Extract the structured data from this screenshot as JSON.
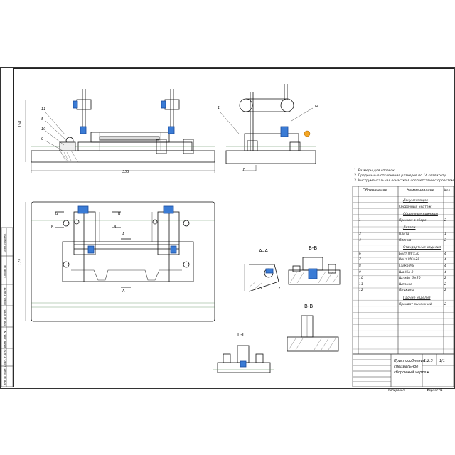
{
  "drawing": {
    "section_labels": {
      "aa": "A–A",
      "bb": "Б-Б",
      "vv": "В-В",
      "gg": "Г-Г"
    },
    "cut_marks": {
      "a_top": "A",
      "a_bottom": "A",
      "b_left": "Б",
      "b_left2": "Б",
      "v_mid": "В",
      "v_mid2": "В",
      "g_side": "Г"
    },
    "dimensions": {
      "front_width": "333",
      "front_height": "158",
      "plan_height": "175"
    },
    "leaders": [
      "11",
      "5",
      "10",
      "9",
      "1",
      "2",
      "12",
      "14"
    ]
  },
  "notes": [
    "1. Размеры для справок.",
    "2. Предельные отклонения размеров по 14 квалитету.",
    "3. Инструментальная оснастка в соответствии с проектом."
  ],
  "spec_table": {
    "headers": [
      "Обозначение",
      "Наименование",
      "Кол."
    ],
    "sections": [
      {
        "title": "Документация",
        "rows": [
          {
            "pos": "",
            "name": "Сборочный чертеж",
            "qty": ""
          }
        ]
      },
      {
        "title": "Сборочные единицы",
        "rows": [
          {
            "pos": "1",
            "name": "Прижим в сборе",
            "qty": "2"
          }
        ]
      },
      {
        "title": "Детали",
        "rows": [
          {
            "pos": "3",
            "name": "Плита",
            "qty": "1"
          },
          {
            "pos": "4",
            "name": "Планка",
            "qty": "2"
          }
        ]
      },
      {
        "title": "Стандартные изделия",
        "rows": [
          {
            "pos": "6",
            "name": "Болт М8×30",
            "qty": "4"
          },
          {
            "pos": "7",
            "name": "Винт М6×20",
            "qty": "4"
          },
          {
            "pos": "8",
            "name": "Гайка М8",
            "qty": "4"
          },
          {
            "pos": "9",
            "name": "Шайба 8",
            "qty": "4"
          },
          {
            "pos": "10",
            "name": "Штифт 6×20",
            "qty": "2"
          },
          {
            "pos": "11",
            "name": "Шпонка",
            "qty": "2"
          },
          {
            "pos": "12",
            "name": "Пружина",
            "qty": "2"
          }
        ]
      },
      {
        "title": "Прочие изделия",
        "rows": [
          {
            "pos": "",
            "name": "Прихват рычажный",
            "qty": "2"
          }
        ]
      }
    ]
  },
  "title_block": {
    "name_line1": "Приспособление",
    "name_line2": "специальное",
    "name_line3": "сборочный чертеж",
    "scale": "1:2.5",
    "sheet": "1/1",
    "copied": "Копировал",
    "format": "Формат А1"
  },
  "side_strip": [
    "Перв. примен.",
    "Справ. №",
    "Подп. и дата",
    "Инв. № дубл.",
    "Взам. инв. №",
    "Подп. и дата",
    "Инв. № подл."
  ]
}
